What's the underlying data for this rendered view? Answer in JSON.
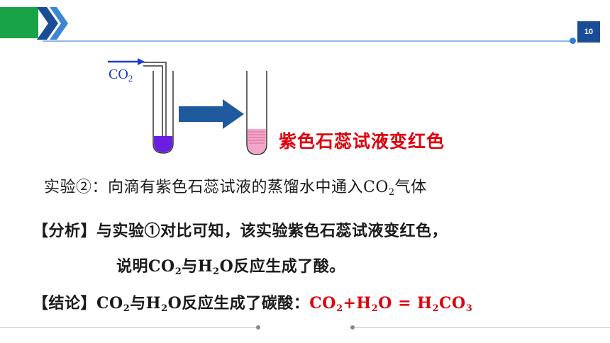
{
  "page_number": "10",
  "diagram": {
    "gas_label": "CO",
    "gas_sub": "2"
  },
  "result_text": "紫色石蕊试液变红色",
  "experiment": {
    "prefix": "实验②：向滴有紫色石蕊试液的蒸馏水中通入CO",
    "sub": "2",
    "suffix": "气体"
  },
  "analysis": {
    "line1": "【分析】与实验①对比可知，该实验紫色石蕊试液变红色，",
    "l2_a": "说明CO",
    "l2_sub1": "2",
    "l2_b": "与H",
    "l2_sub2": "2",
    "l2_c": "O反应生成了酸。"
  },
  "conclusion": {
    "a": "【结论】CO",
    "sub1": "2",
    "b": "与H",
    "sub2": "2",
    "c": "O反应生成了碳酸：",
    "f1": "CO",
    "fs1": "2",
    "f2": "+H",
    "fs2": "2",
    "f3": "O = H",
    "fs3": "2",
    "f4": "CO",
    "fs4": "3"
  },
  "colors": {
    "accent_green": "#18a348",
    "accent_blue": "#1b4d97",
    "red": "#e0000e",
    "purple": "#6a1fe0",
    "pink": "#f4a6c8"
  }
}
